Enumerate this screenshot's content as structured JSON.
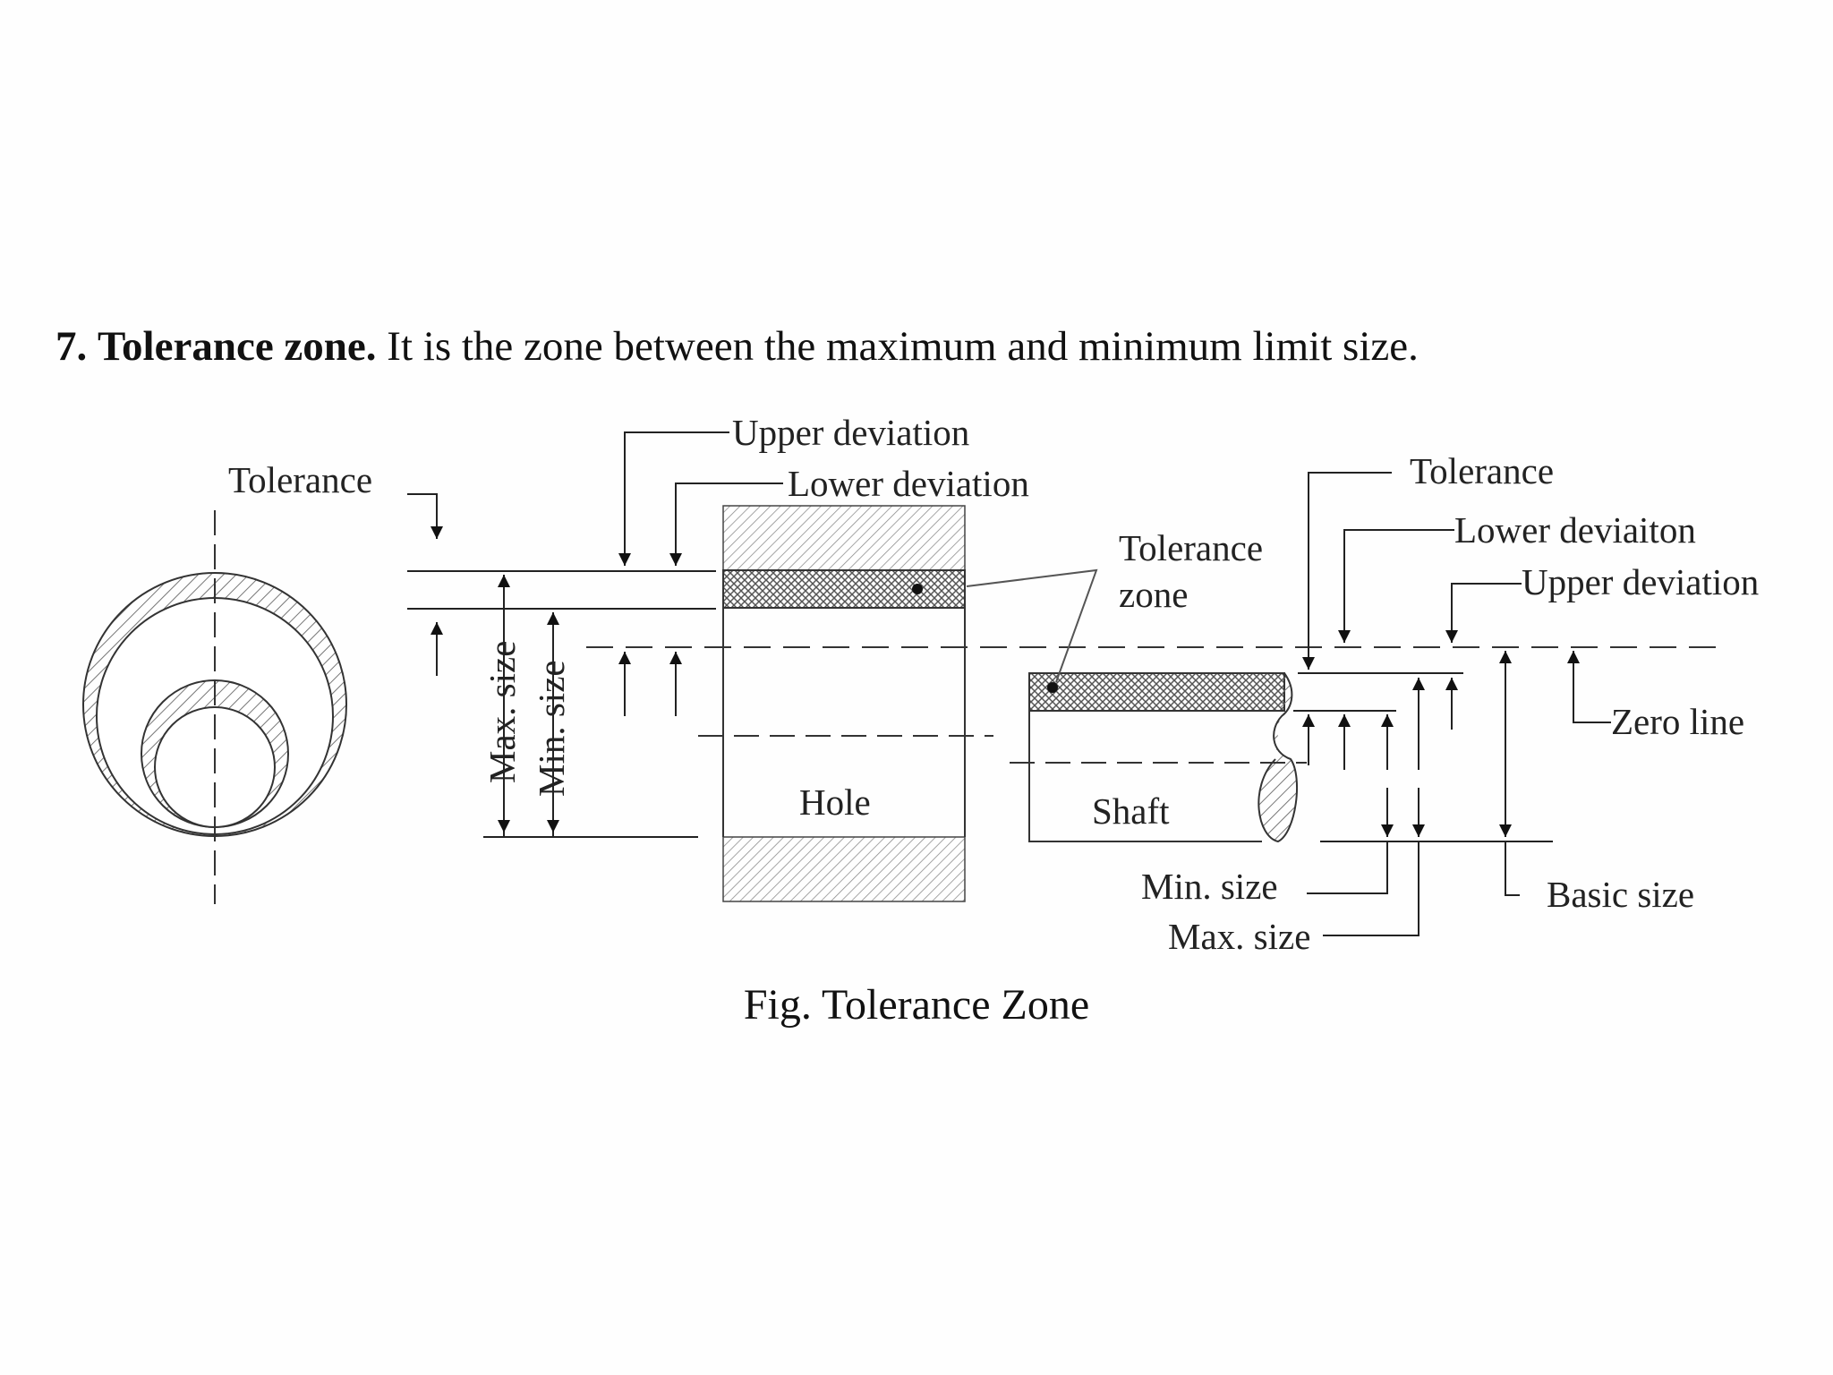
{
  "heading": {
    "number": "7.",
    "term": "Tolerance zone.",
    "definition": " It is the zone between the maximum and minimum limit size."
  },
  "figure": {
    "caption": "Fig. Tolerance Zone",
    "labels": {
      "tolerance_left": "Tolerance",
      "upper_deviation_hole": "Upper deviation",
      "lower_deviation_hole": "Lower deviation",
      "max_size_hole": "Max. size",
      "min_size_hole": "Min. size",
      "hole": "Hole",
      "tolerance_zone_1": "Tolerance",
      "tolerance_zone_2": "zone",
      "shaft": "Shaft",
      "tolerance_right": "Tolerance",
      "lower_deviation_shaft": "Lower deviaiton",
      "upper_deviation_shaft": "Upper deviation",
      "zero_line": "Zero line",
      "basic_size": "Basic size",
      "min_size_shaft": "Min. size",
      "max_size_shaft": "Max. size"
    }
  }
}
